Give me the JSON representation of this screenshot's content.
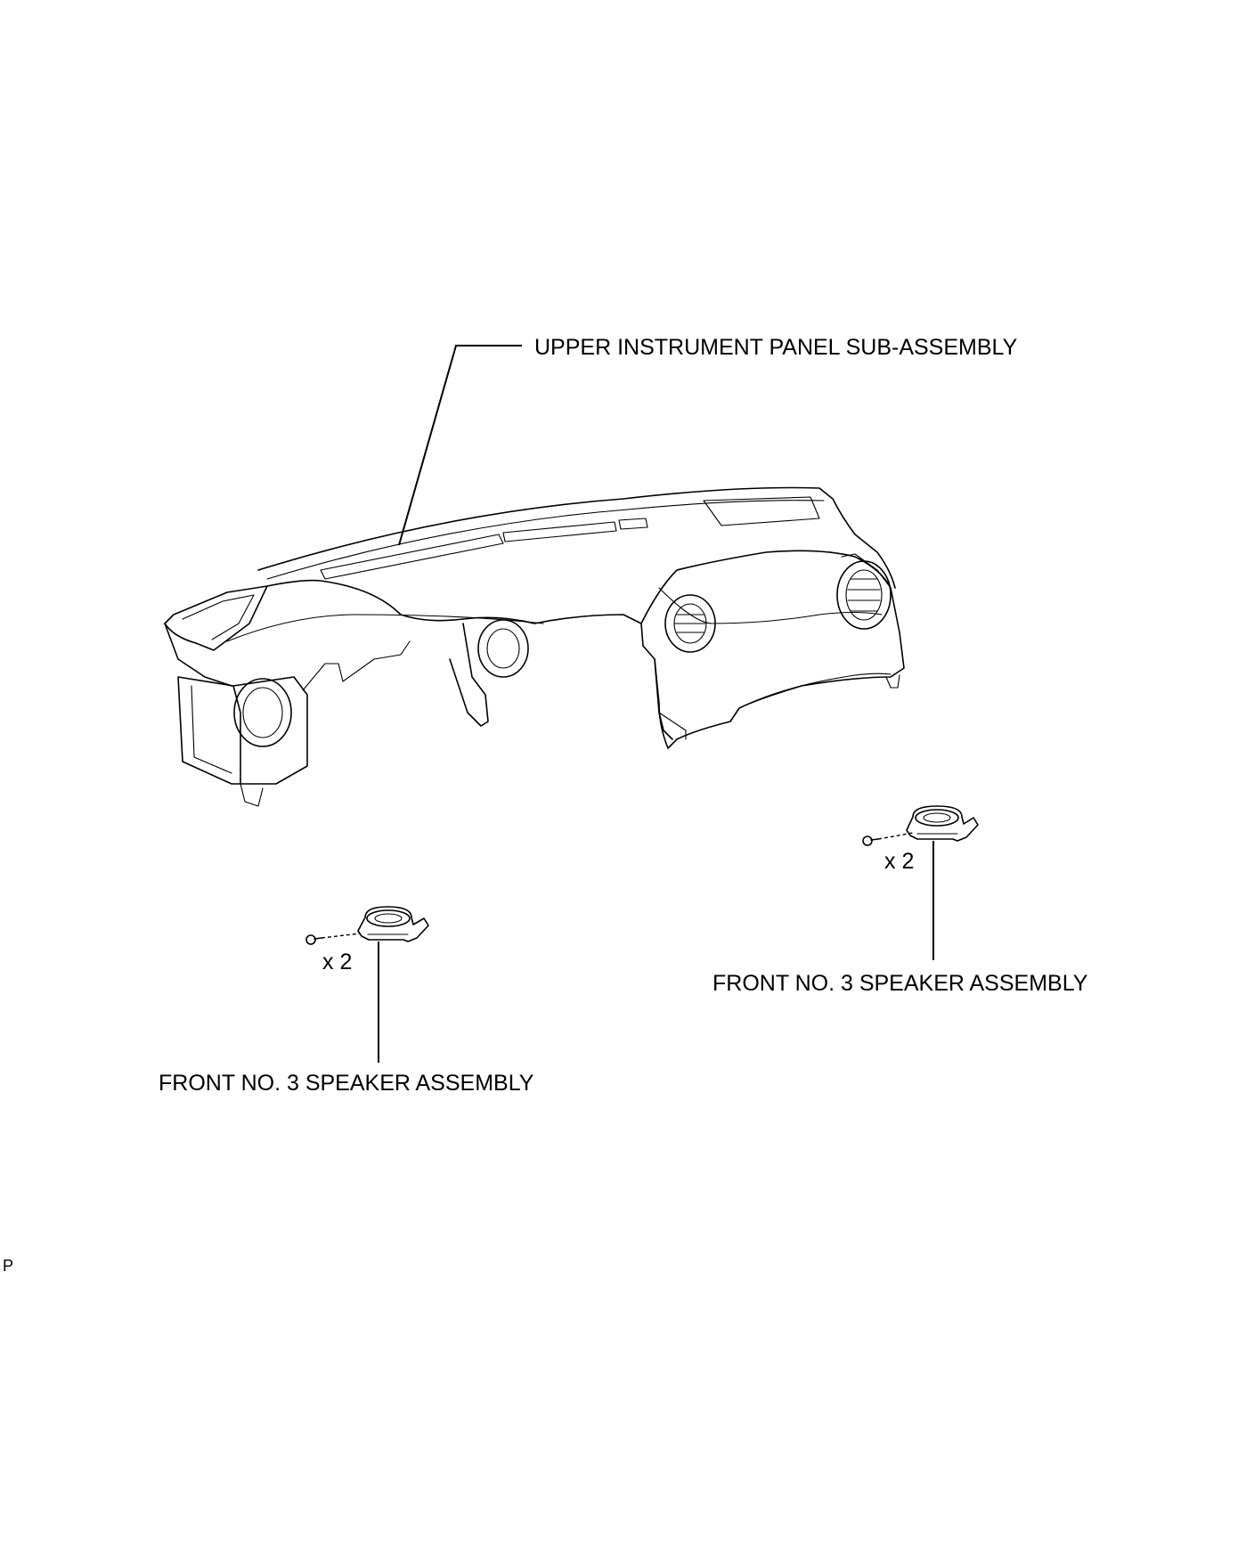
{
  "labels": {
    "upper_panel": "UPPER INSTRUMENT PANEL SUB-ASSEMBLY",
    "speaker_right": "FRONT NO. 3 SPEAKER ASSEMBLY",
    "speaker_left": "FRONT NO. 3 SPEAKER ASSEMBLY",
    "qty_right": "x 2",
    "qty_left": "x 2",
    "corner_mark": "P"
  },
  "parts": [
    {
      "name": "upper-instrument-panel",
      "icon": "instrument-panel-drawing"
    },
    {
      "name": "front-no3-speaker-right",
      "icon": "speaker-drawing",
      "screws": 2
    },
    {
      "name": "front-no3-speaker-left",
      "icon": "speaker-drawing",
      "screws": 2
    }
  ],
  "colors": {
    "line": "#000000",
    "background": "#ffffff"
  }
}
